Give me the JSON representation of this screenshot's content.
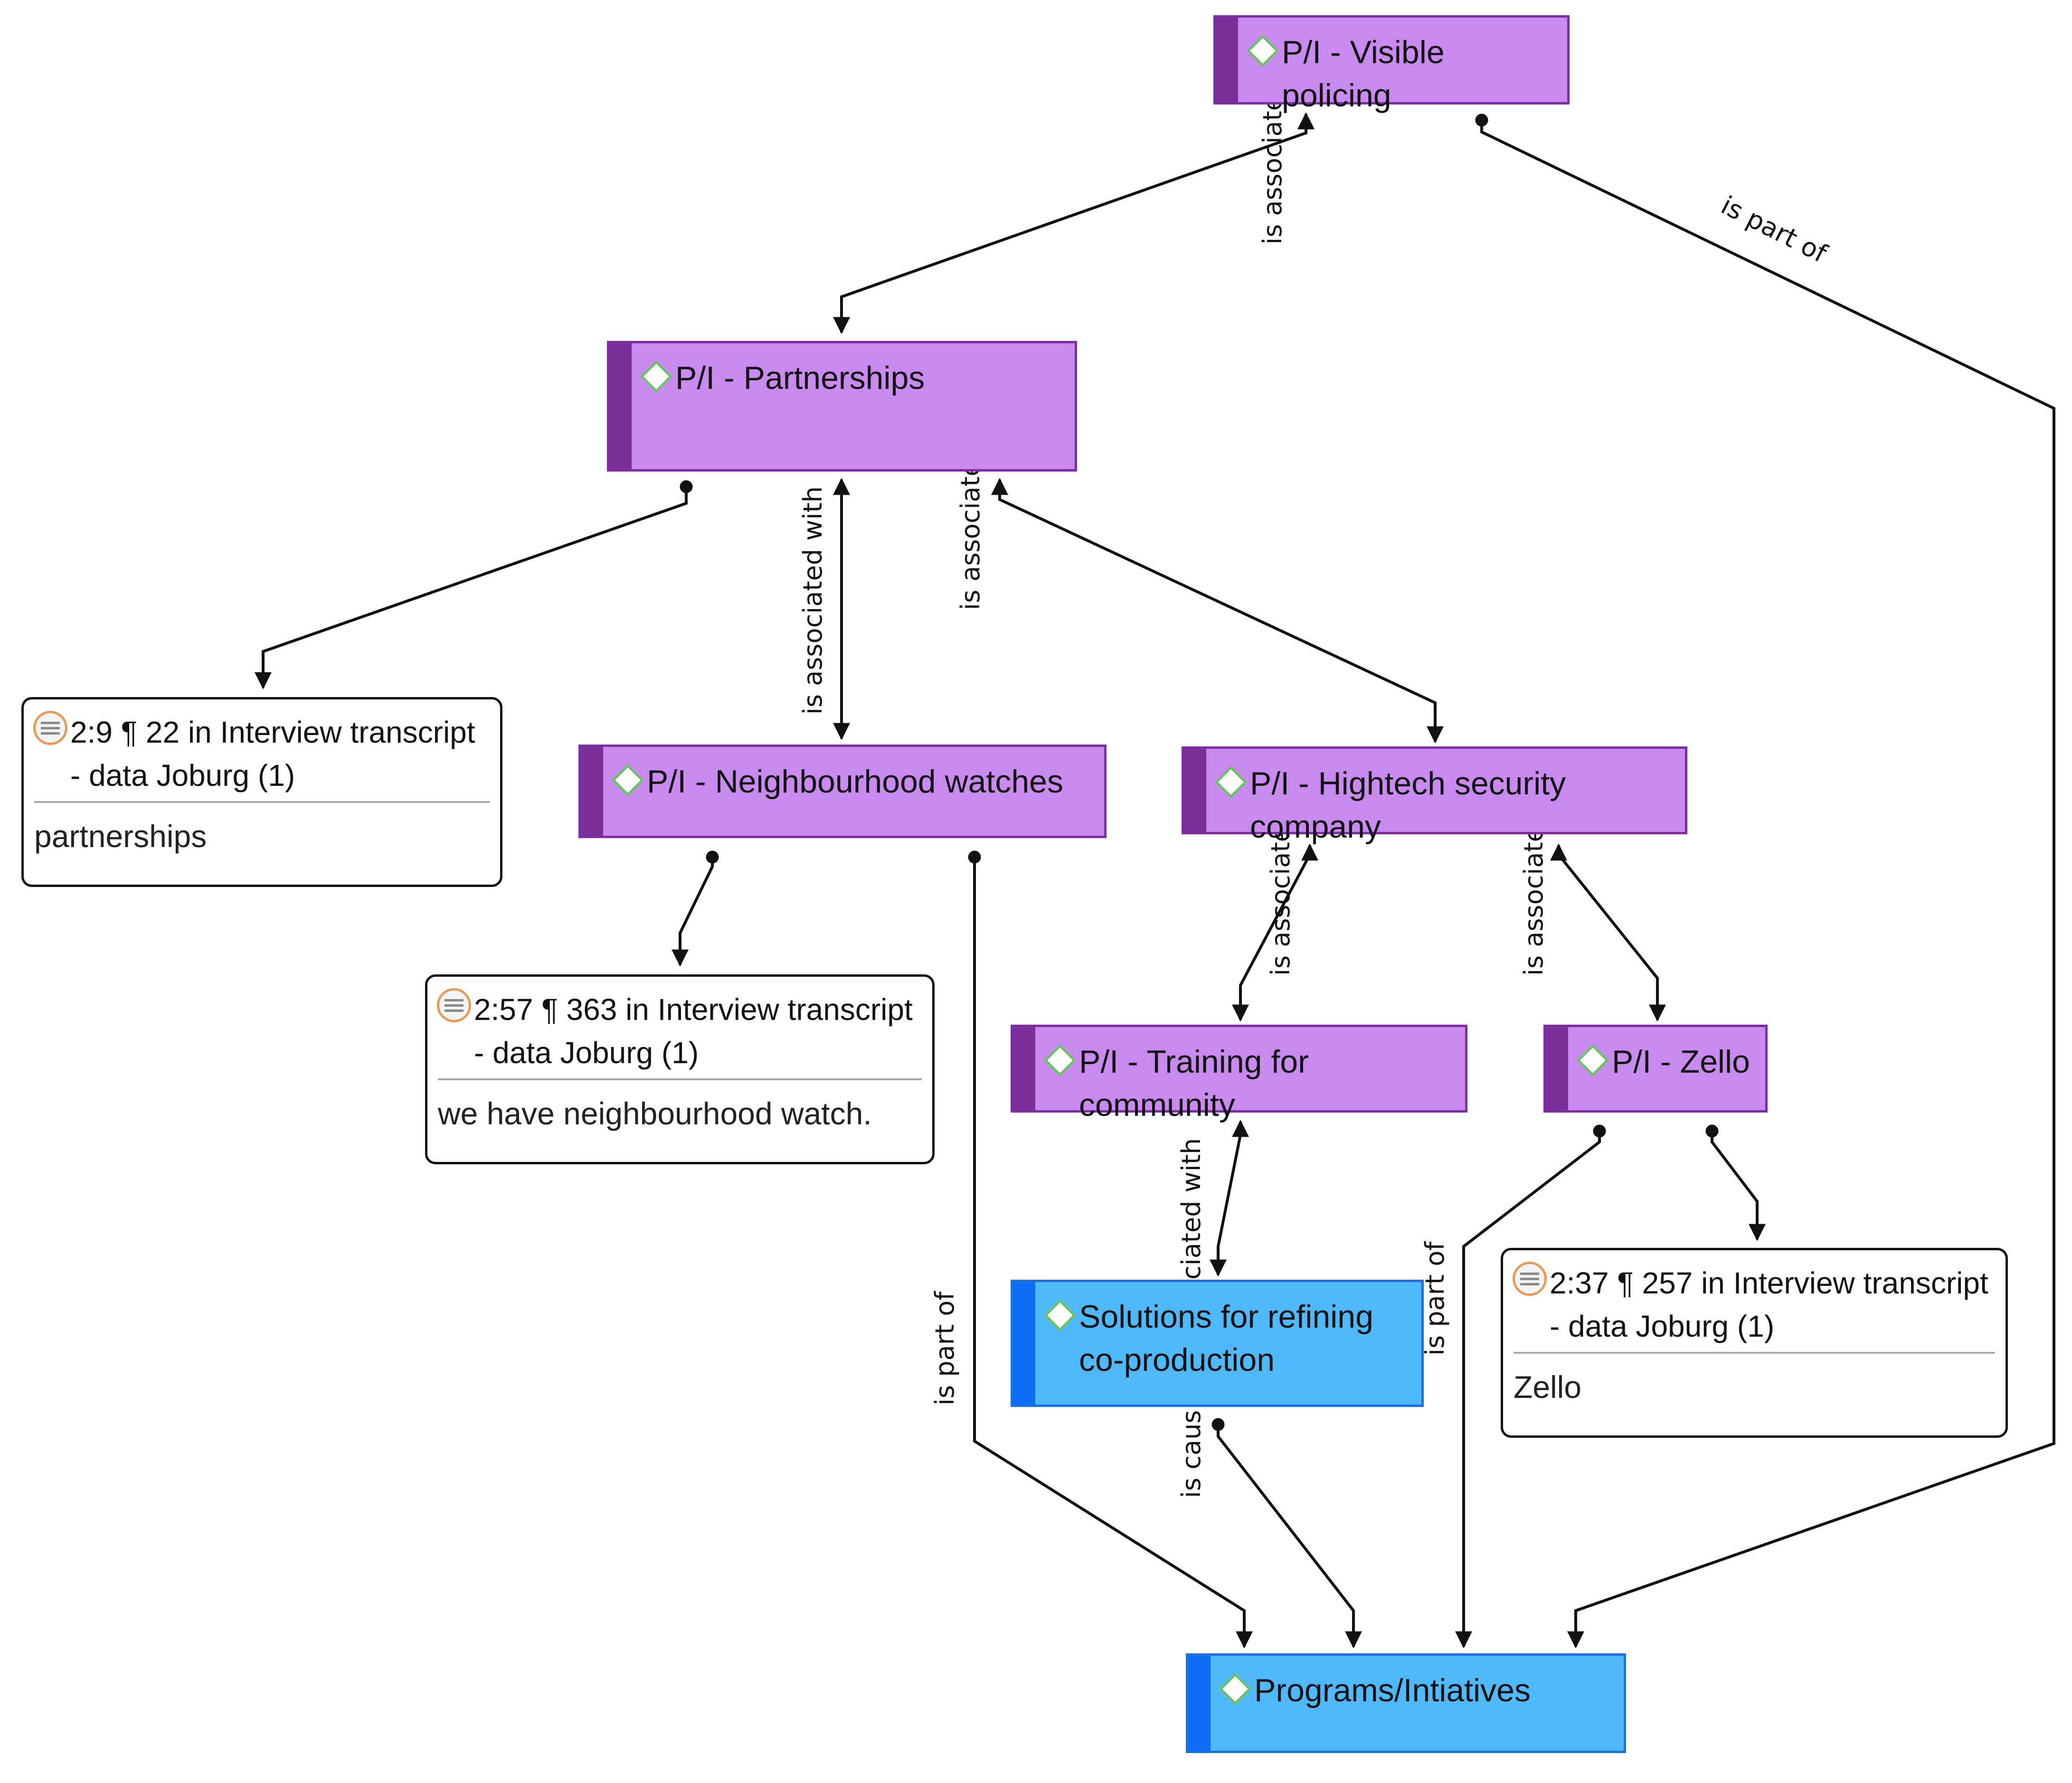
{
  "colors": {
    "code_fill": "#c98af0",
    "code_strip": "#7a2e9a",
    "code_border": "#7b2f9e",
    "blue_fill": "#4fb8fb",
    "blue_strip": "#0d6ef5",
    "diamond_border": "#6ac163",
    "doc_icon_ring": "#e79a5a",
    "edge": "#111111"
  },
  "icons": {
    "code": "diamond-icon",
    "quotation": "document-icon"
  },
  "codes": {
    "visible_policing": "P/I - Visible policing",
    "partnerships": "P/I - Partnerships",
    "neighbourhood_watches": "P/I - Neighbourhood watches",
    "hightech_security": "P/I - Hightech security company",
    "training": "P/I - Training for community",
    "zello": "P/I - Zello",
    "solutions": "Solutions for refining co-production",
    "programs": "Programs/Intiatives"
  },
  "quotes": {
    "q1": {
      "title": "2:9 ¶ 22 in Interview transcript  - data Joburg (1)",
      "body": "partnerships"
    },
    "q2": {
      "title": "2:57 ¶ 363 in Interview transcript  - data Joburg (1)",
      "body": "we have neighbourhood watch."
    },
    "q3": {
      "title": "2:37 ¶ 257 in Interview transcript  - data Joburg (1)",
      "body": "Zello"
    }
  },
  "edge_labels": {
    "vp_partnerships": "is associate",
    "vp_programs": "is part of",
    "partnerships_neighbourhood": "is associated with",
    "partnerships_hightech": "is associate",
    "hightech_training": "is associate",
    "hightech_zello": "is associate",
    "training_solutions": "ciated with",
    "neighbourhood_programs": "is part of",
    "zello_programs": "is part of",
    "solutions_programs": "is caus"
  }
}
